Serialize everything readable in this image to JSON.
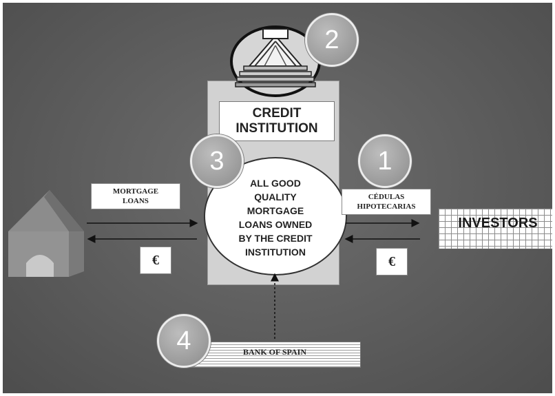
{
  "diagram": {
    "institution": {
      "title": "CREDIT\nINSTITUTION",
      "pool": "ALL GOOD\nQUALITY\nMORTGAGE\nLOANS OWNED\nBY THE CREDIT\nINSTITUTION"
    },
    "labels": {
      "mortgage_loans": "MORTGAGE\nLOANS",
      "cedulas": "CÉDULAS\nHIPOTECARIAS",
      "investors": "INVESTORS",
      "bank_of_spain": "BANK OF SPAIN",
      "euro_left": "€",
      "euro_right": "€"
    },
    "steps": [
      "1",
      "2",
      "3",
      "4"
    ],
    "colors": {
      "board": "#5c5c5c",
      "step_circle": "#9a9a9a",
      "column": "#d2d2d2"
    }
  }
}
